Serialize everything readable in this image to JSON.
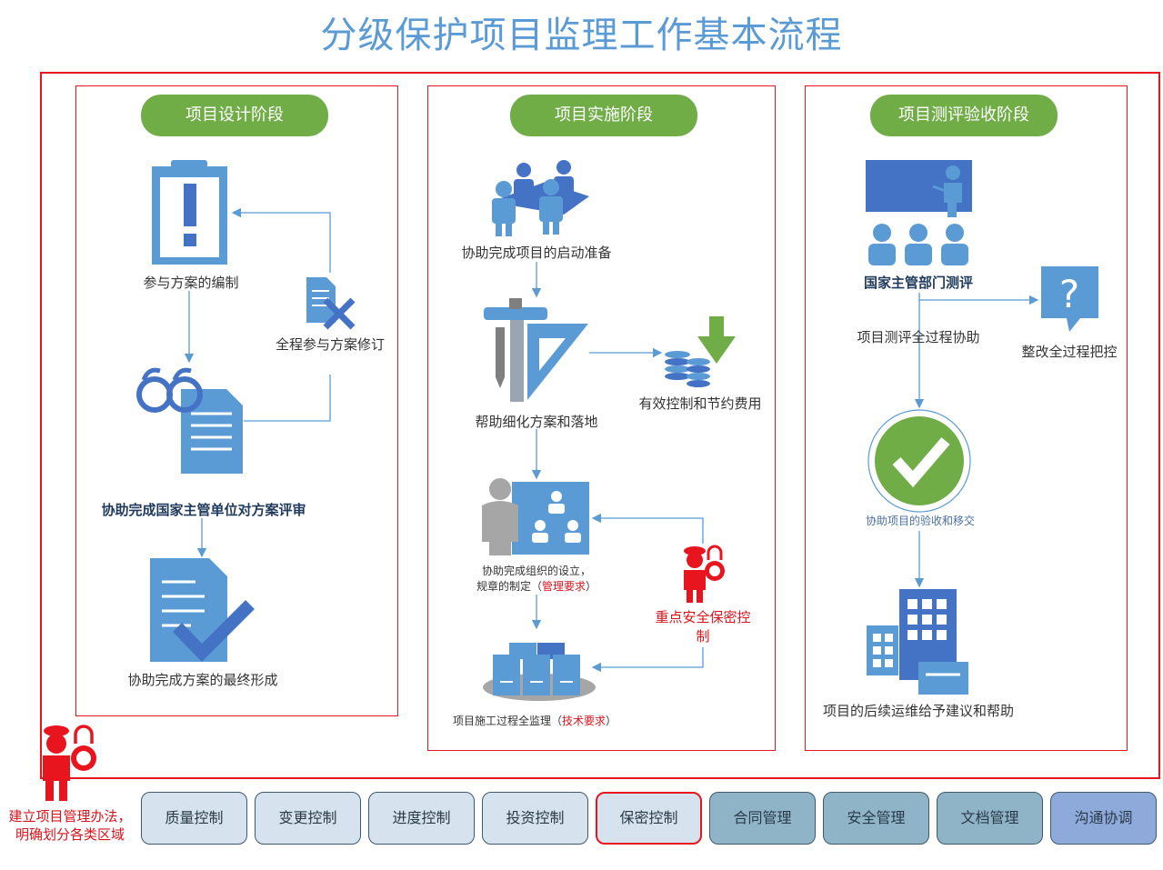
{
  "title": "分级保护项目监理工作基本流程",
  "phases": {
    "design": {
      "label": "项目设计阶段",
      "steps": [
        "参与方案的编制",
        "全程参与方案修订",
        "协助完成国家主管单位对方案评审",
        "协助完成方案的最终形成"
      ]
    },
    "implementation": {
      "label": "项目实施阶段",
      "steps": [
        "协助完成项目的启动准备",
        "帮助细化方案和落地",
        "有效控制和节约费用",
        "协助完成组织的设立，",
        "规章的制定（",
        "管理要求",
        "）",
        "重点安全保密控制",
        "项目施工过程全监理（",
        "技术要求",
        "）"
      ]
    },
    "acceptance": {
      "label": "项目测评验收阶段",
      "steps": [
        "国家主管部门测评",
        "项目测评全过程协助",
        "整改全过程把控",
        "协助项目的验收和移交",
        "项目的后续运维给予建议和帮助"
      ]
    }
  },
  "left_note": "建立项目管理办法，明确划分各类区域",
  "bottom_tabs": [
    {
      "label": "质量控制",
      "color": "#d6e3ee"
    },
    {
      "label": "变更控制",
      "color": "#d6e3ee"
    },
    {
      "label": "进度控制",
      "color": "#d6e3ee"
    },
    {
      "label": "投资控制",
      "color": "#d6e3ee"
    },
    {
      "label": "保密控制",
      "color": "#d6e3ee",
      "highlight": true
    },
    {
      "label": "合同管理",
      "color": "#8fb4c8"
    },
    {
      "label": "安全管理",
      "color": "#8fb4c8"
    },
    {
      "label": "文档管理",
      "color": "#8fb4c8"
    },
    {
      "label": "沟通协调",
      "color": "#8eaadb"
    }
  ],
  "colors": {
    "accent": "#5b9bd5",
    "frame": "#e8151e",
    "pill": "#70ad47",
    "icon": "#4472c4"
  }
}
